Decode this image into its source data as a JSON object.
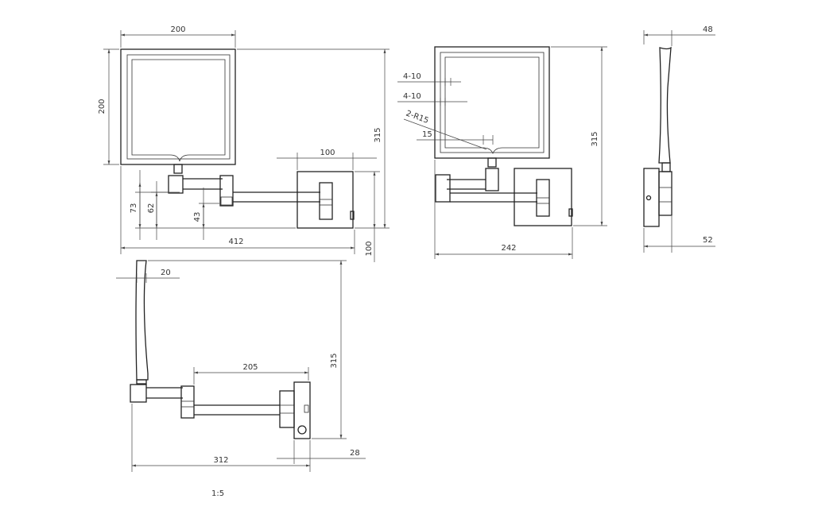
{
  "front_view": {
    "mirror_width": "200",
    "mirror_height": "200",
    "total_height": "315",
    "plate_width": "100",
    "dim_73": "73",
    "dim_62": "62",
    "dim_43": "43",
    "total_width": "412",
    "plate_height": "100"
  },
  "side_view": {
    "thickness_top": "48",
    "thickness_bottom": "52"
  },
  "top_view": {
    "mirror_thickness": "20",
    "arm_length": "205",
    "total_depth": "312",
    "plate_depth": "28",
    "height": "315"
  },
  "detail_view": {
    "hole_spacing_1": "4-10",
    "hole_spacing_2": "4-10",
    "radius_note": "2-R15",
    "notch": "15",
    "height": "315",
    "width": "242"
  },
  "scale": "1:5"
}
